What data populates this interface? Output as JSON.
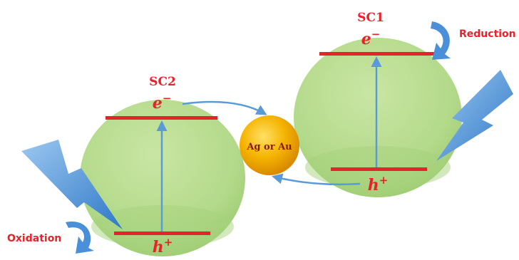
{
  "diagram": {
    "sc1": {
      "label": "SC1",
      "electron": "e",
      "electron_sup": "−",
      "hole": "h",
      "hole_sup": "+"
    },
    "sc2": {
      "label": "SC2",
      "electron": "e",
      "electron_sup": "−",
      "hole": "h",
      "hole_sup": "+"
    },
    "nanoparticle": {
      "label": "Ag or Au"
    },
    "reduction": {
      "label": "Reduction"
    },
    "oxidation": {
      "label": "Oxidation"
    },
    "colors": {
      "sphere": "#b8dc8e",
      "band": "#e8222a",
      "arrow": "#5b9bd5",
      "text": "#e8222a",
      "nanoparticle": "#f5b400",
      "lightning": "#4a90d9"
    },
    "icons": [
      "lightning-icon",
      "curved-arrow-icon"
    ]
  }
}
